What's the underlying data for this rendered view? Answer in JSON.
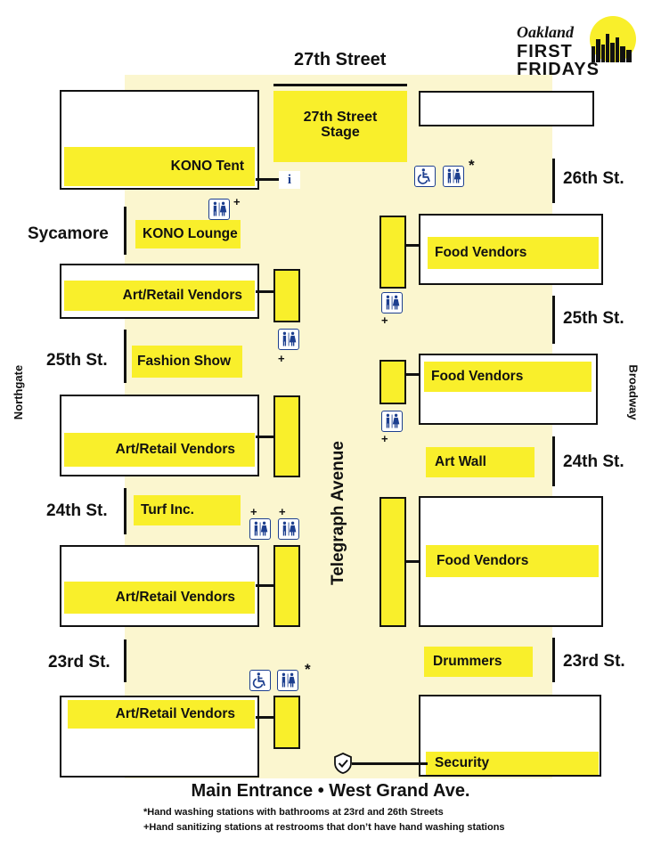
{
  "logo": {
    "script": "Oakland",
    "line1": "FIRST",
    "line2": "FRIDAYS"
  },
  "streets": {
    "top": "27th Street",
    "left": {
      "sycamore": "Sycamore",
      "s25": "25th St.",
      "s24": "24th St.",
      "s23": "23rd St."
    },
    "right": {
      "s26": "26th St.",
      "s25": "25th St.",
      "s24": "24th St.",
      "s23": "23rd St."
    },
    "telegraph": "Telegraph Avenue",
    "northgate": "Northgate",
    "broadway": "Broadway"
  },
  "stage": {
    "line1": "27th Street",
    "line2": "Stage"
  },
  "info_glyph": "i",
  "left_blocks": {
    "kono_tent": "KONO Tent",
    "kono_lounge": "KONO Lounge",
    "art1": "Art/Retail Vendors",
    "fashion": "Fashion Show",
    "art2": "Art/Retail Vendors",
    "turf": "Turf Inc.",
    "art3": "Art/Retail Vendors",
    "art4": "Art/Retail Vendors"
  },
  "right_blocks": {
    "food1": "Food Vendors",
    "food2": "Food Vendors",
    "artwall": "Art Wall",
    "food3": "Food Vendors",
    "drummers": "Drummers",
    "security": "Security"
  },
  "marks": {
    "asterisk": "*",
    "plus": "+"
  },
  "footer": {
    "entrance": "Main Entrance • West Grand Ave.",
    "note1": "*Hand washing stations with bathrooms at 23rd and 26th Streets",
    "note2": "+Hand sanitizing stations at restrooms that don’t have hand washing stations"
  },
  "colors": {
    "highlight": "#f9ef2b",
    "street": "#fbf6cf",
    "icon": "#1d3f8f"
  }
}
